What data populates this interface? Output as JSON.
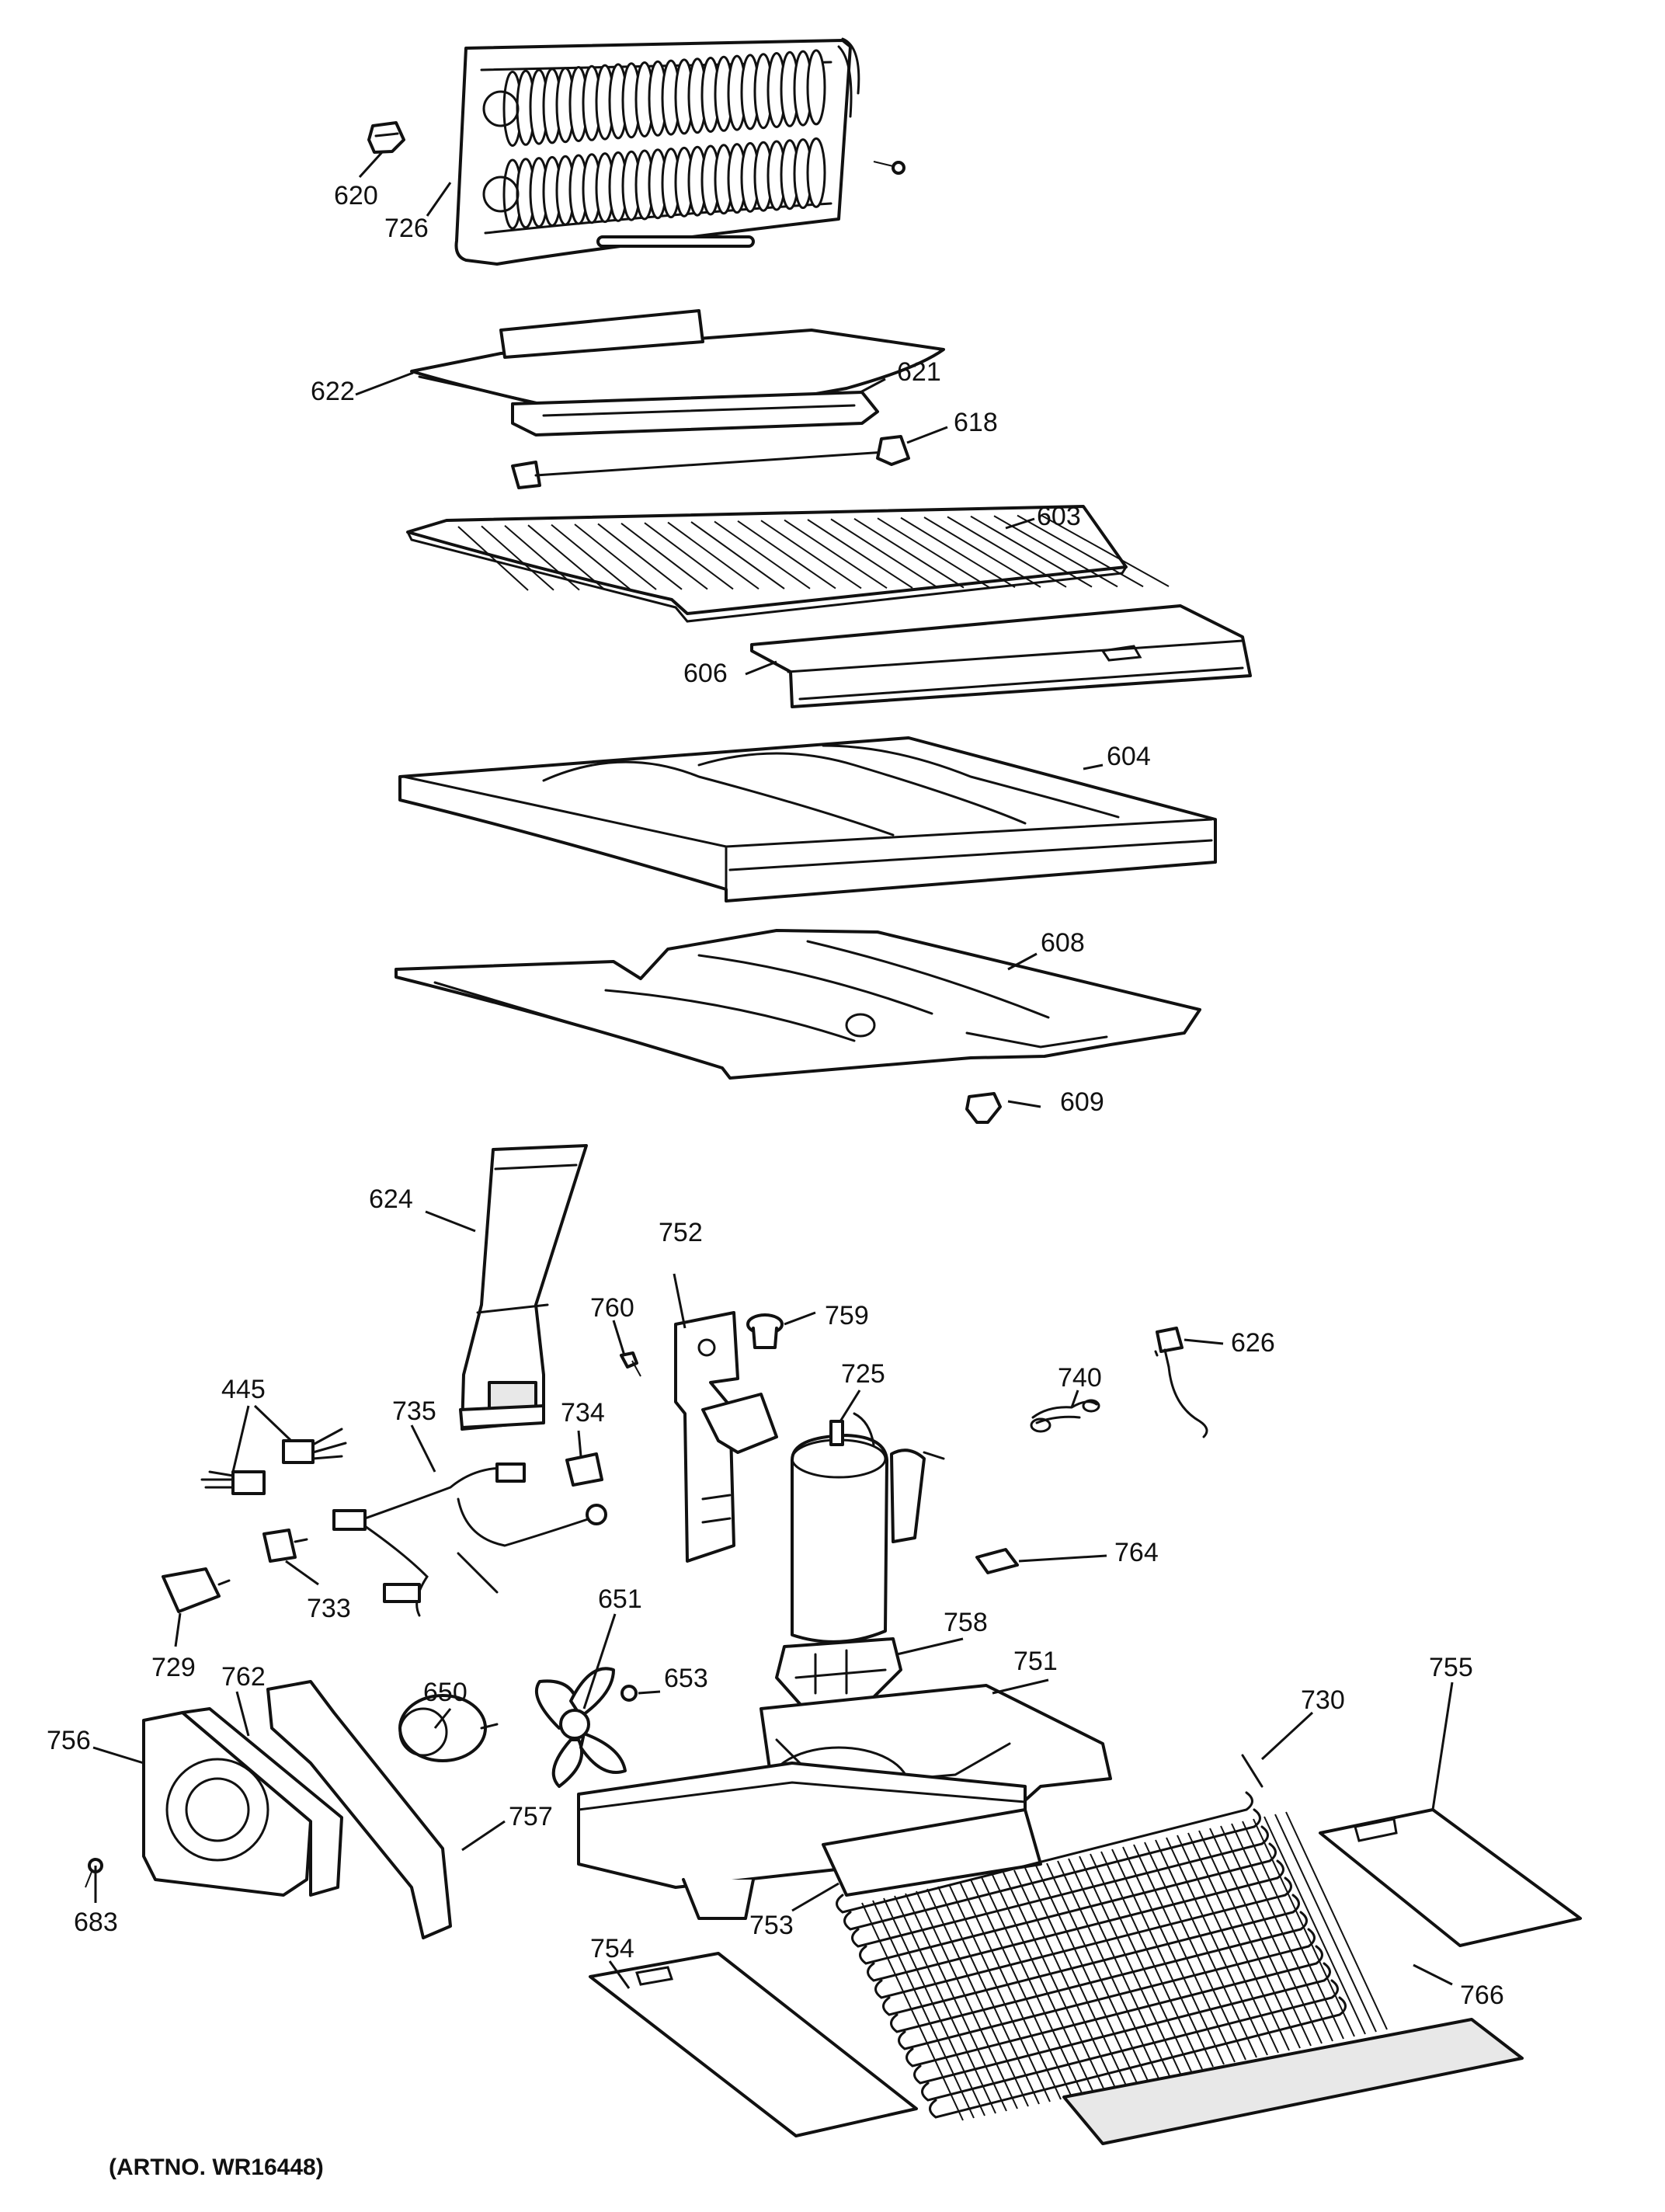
{
  "callouts": {
    "c620": "620",
    "c726": "726",
    "c622": "622",
    "c621": "621",
    "c618": "618",
    "c603": "603",
    "c606": "606",
    "c604": "604",
    "c608": "608",
    "c609": "609",
    "c624": "624",
    "c752": "752",
    "c759": "759",
    "c760": "760",
    "c626": "626",
    "c445": "445",
    "c735": "735",
    "c734": "734",
    "c725": "725",
    "c740": "740",
    "c764": "764",
    "c733": "733",
    "c729": "729",
    "c651": "651",
    "c758": "758",
    "c762": "762",
    "c650": "650",
    "c653": "653",
    "c751": "751",
    "c755": "755",
    "c756": "756",
    "c730": "730",
    "c757": "757",
    "c683": "683",
    "c753": "753",
    "c754": "754",
    "c766": "766"
  },
  "art_number": "(ARTNO. WR16448)"
}
